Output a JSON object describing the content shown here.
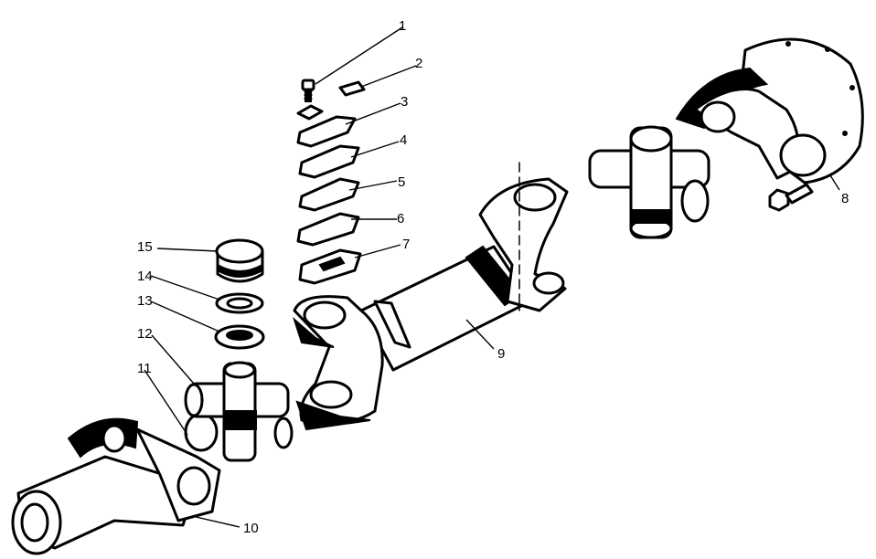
{
  "callouts": [
    {
      "id": "1",
      "label": "1"
    },
    {
      "id": "2",
      "label": "2"
    },
    {
      "id": "3",
      "label": "3"
    },
    {
      "id": "4",
      "label": "4"
    },
    {
      "id": "5",
      "label": "5"
    },
    {
      "id": "6",
      "label": "6"
    },
    {
      "id": "7",
      "label": "7"
    },
    {
      "id": "8",
      "label": "8"
    },
    {
      "id": "9",
      "label": "9"
    },
    {
      "id": "10",
      "label": "10"
    },
    {
      "id": "11",
      "label": "11"
    },
    {
      "id": "12",
      "label": "12"
    },
    {
      "id": "13",
      "label": "13"
    },
    {
      "id": "14",
      "label": "14"
    },
    {
      "id": "15",
      "label": "15"
    }
  ],
  "colors": {
    "ink": "#000000",
    "paper": "#ffffff"
  }
}
